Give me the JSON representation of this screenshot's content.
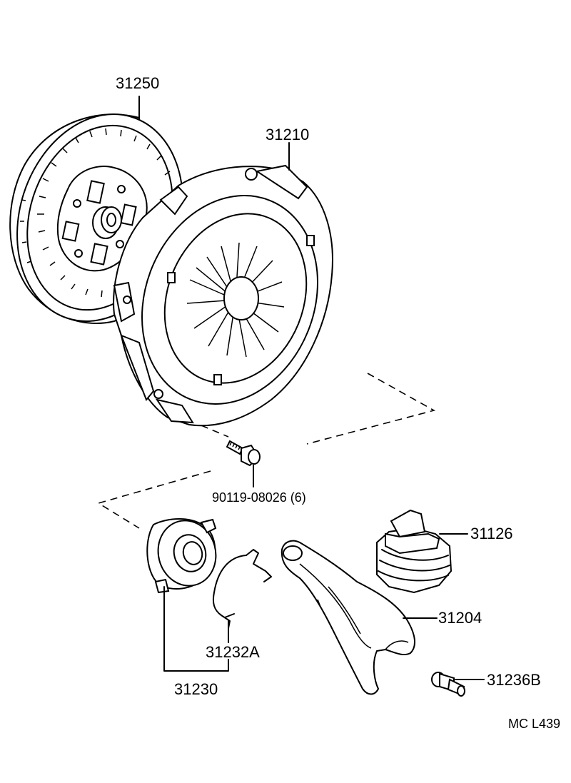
{
  "labels": {
    "clutch_disc": "31250",
    "clutch_cover": "31210",
    "bolt": "90119-08026 (6)",
    "release_fork_boot": "31126",
    "release_fork": "31204",
    "release_bearing_clip": "31232A",
    "release_bearing_assy": "31230",
    "fork_support": "31236B",
    "drawing_code": "MC  L439"
  }
}
